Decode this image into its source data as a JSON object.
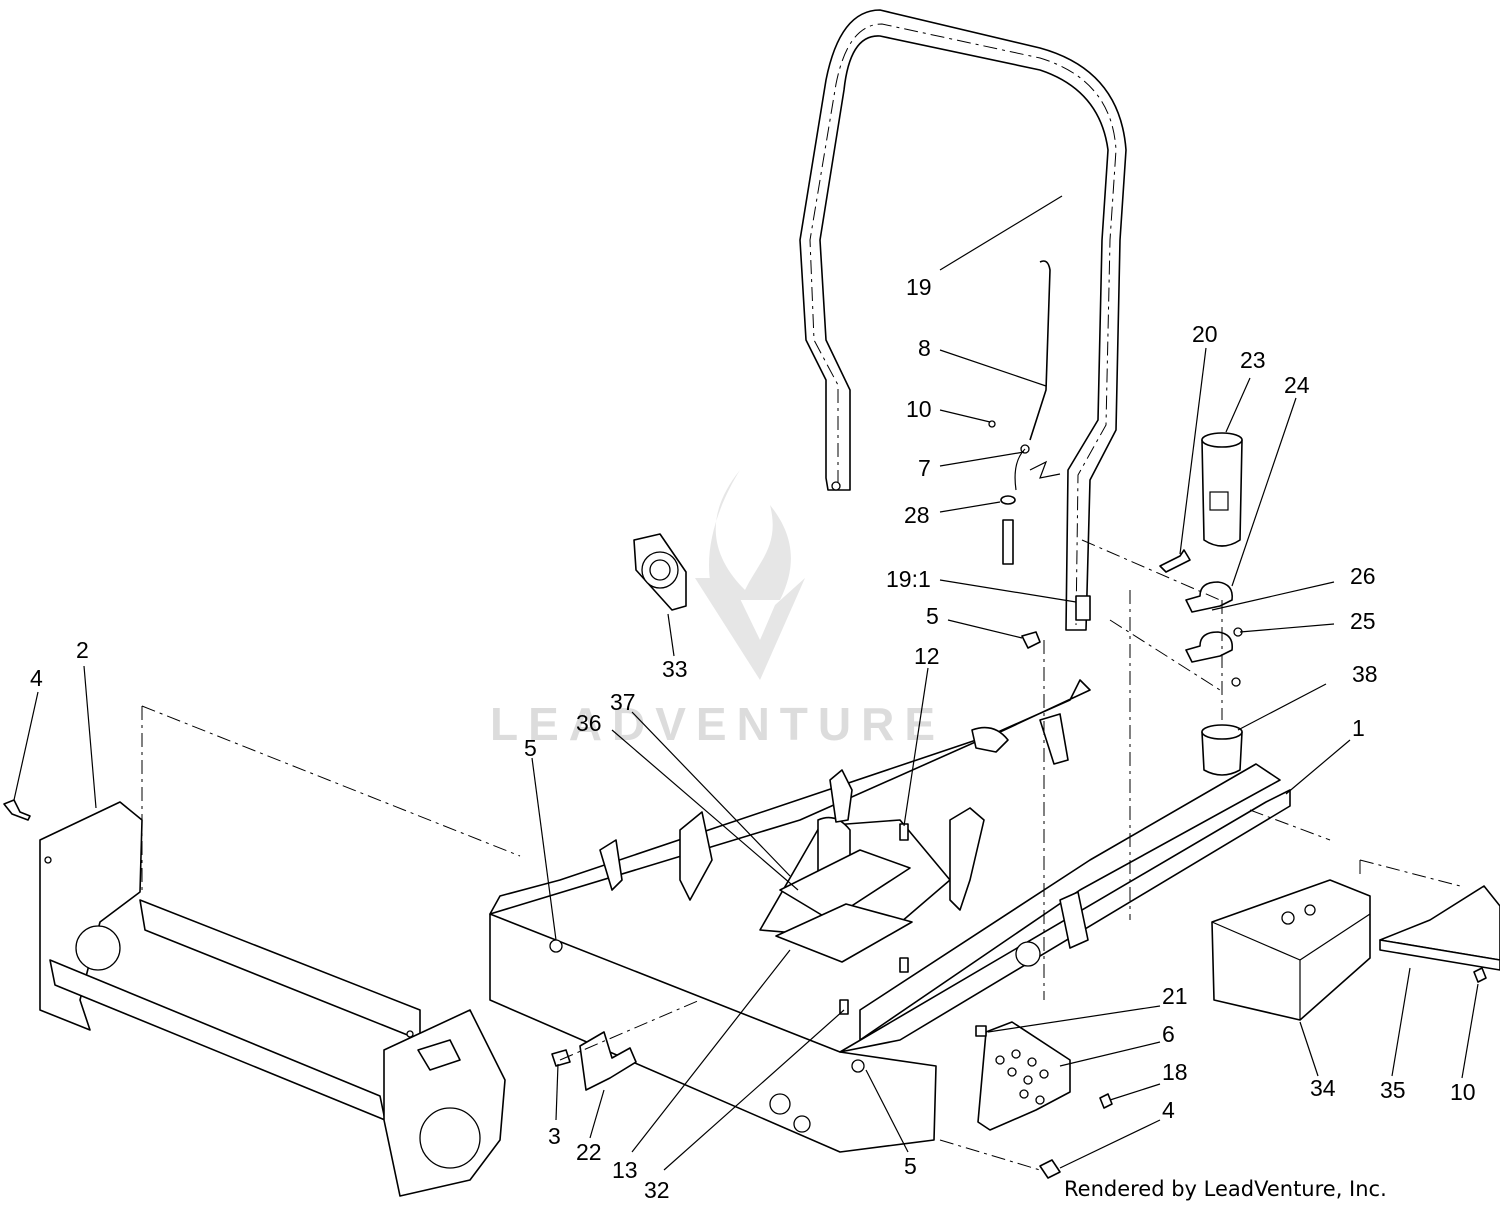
{
  "watermark": {
    "brand": "LEADVENTURE"
  },
  "credit": "Rendered by LeadVenture, Inc.",
  "callouts": [
    {
      "id": "19"
    },
    {
      "id": "8"
    },
    {
      "id": "10"
    },
    {
      "id": "7"
    },
    {
      "id": "28"
    },
    {
      "id": "20"
    },
    {
      "id": "23"
    },
    {
      "id": "24"
    },
    {
      "id": "26"
    },
    {
      "id": "25"
    },
    {
      "id": "19:1"
    },
    {
      "id": "5"
    },
    {
      "id": "12"
    },
    {
      "id": "33"
    },
    {
      "id": "38"
    },
    {
      "id": "1"
    },
    {
      "id": "37"
    },
    {
      "id": "36"
    },
    {
      "id": "5"
    },
    {
      "id": "2"
    },
    {
      "id": "4"
    },
    {
      "id": "21"
    },
    {
      "id": "6"
    },
    {
      "id": "18"
    },
    {
      "id": "4"
    },
    {
      "id": "34"
    },
    {
      "id": "35"
    },
    {
      "id": "10"
    },
    {
      "id": "3"
    },
    {
      "id": "22"
    },
    {
      "id": "13"
    },
    {
      "id": "32"
    },
    {
      "id": "5"
    }
  ]
}
